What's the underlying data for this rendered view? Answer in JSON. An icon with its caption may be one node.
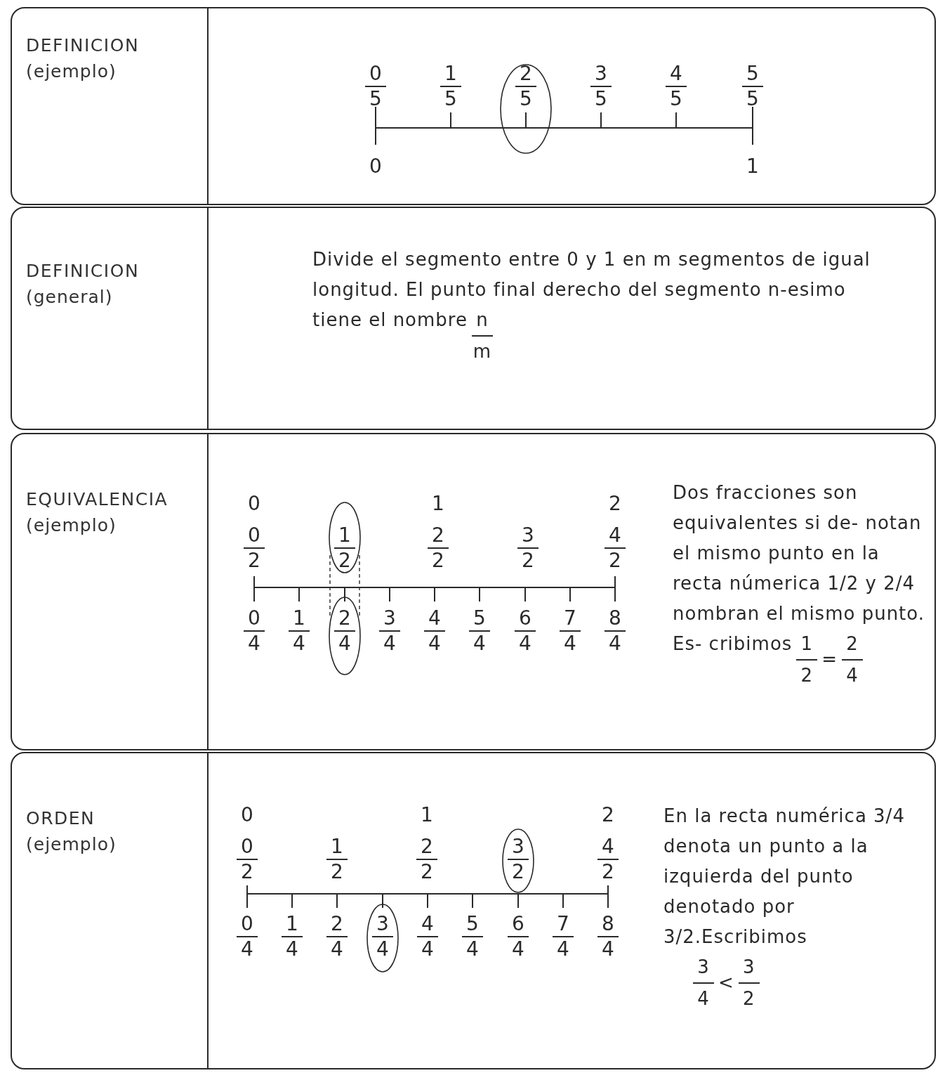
{
  "diagram": {
    "nodes": [
      {
        "text": [
          "DEFINICION",
          "(ejemplo)"
        ]
      },
      {
        "text": [
          "DEFINICION",
          "(general)",
          "Divide el segmento entre 0 y 1 en m segmentos de igual longitud. El punto final derecho del segmento n-esimo tiene el nombre"
        ]
      },
      {
        "text": [
          "EQUIVALENCIA",
          "(ejemplo)",
          "Dos fracciones son equivalentes si de- notan el mismo punto en la recta númerica 1/2 y 2/4 nombran el mismo punto. Es- cribimos"
        ]
      },
      {
        "text": [
          "ORDEN",
          "(ejemplo)",
          "En la recta numérica 3/4 denota un punto a la izquierda del punto denotado por 3/2.Escribimos"
        ]
      }
    ],
    "labels": [
      "0",
      "5",
      "1",
      "5",
      "2",
      "5",
      "3",
      "5",
      "4",
      "5",
      "5",
      "5",
      "0",
      "1",
      "n",
      "m",
      "0",
      "1",
      "2",
      "0",
      "2",
      "1",
      "2",
      "2",
      "2",
      "3",
      "2",
      "4",
      "2",
      "0",
      "4",
      "1",
      "4",
      "2",
      "4",
      "3",
      "4",
      "4",
      "4",
      "5",
      "4",
      "6",
      "4",
      "7",
      "4",
      "8",
      "4",
      "1",
      "2",
      "=",
      "2",
      "4",
      "0",
      "1",
      "2",
      "0",
      "2",
      "1",
      "2",
      "2",
      "2",
      "3",
      "2",
      "4",
      "2",
      "0",
      "4",
      "1",
      "4",
      "2",
      "4",
      "3",
      "4",
      "4",
      "4",
      "5",
      "4",
      "6",
      "4",
      "7",
      "4",
      "8",
      "4",
      "3",
      "4",
      "<",
      "3",
      "2"
    ]
  }
}
